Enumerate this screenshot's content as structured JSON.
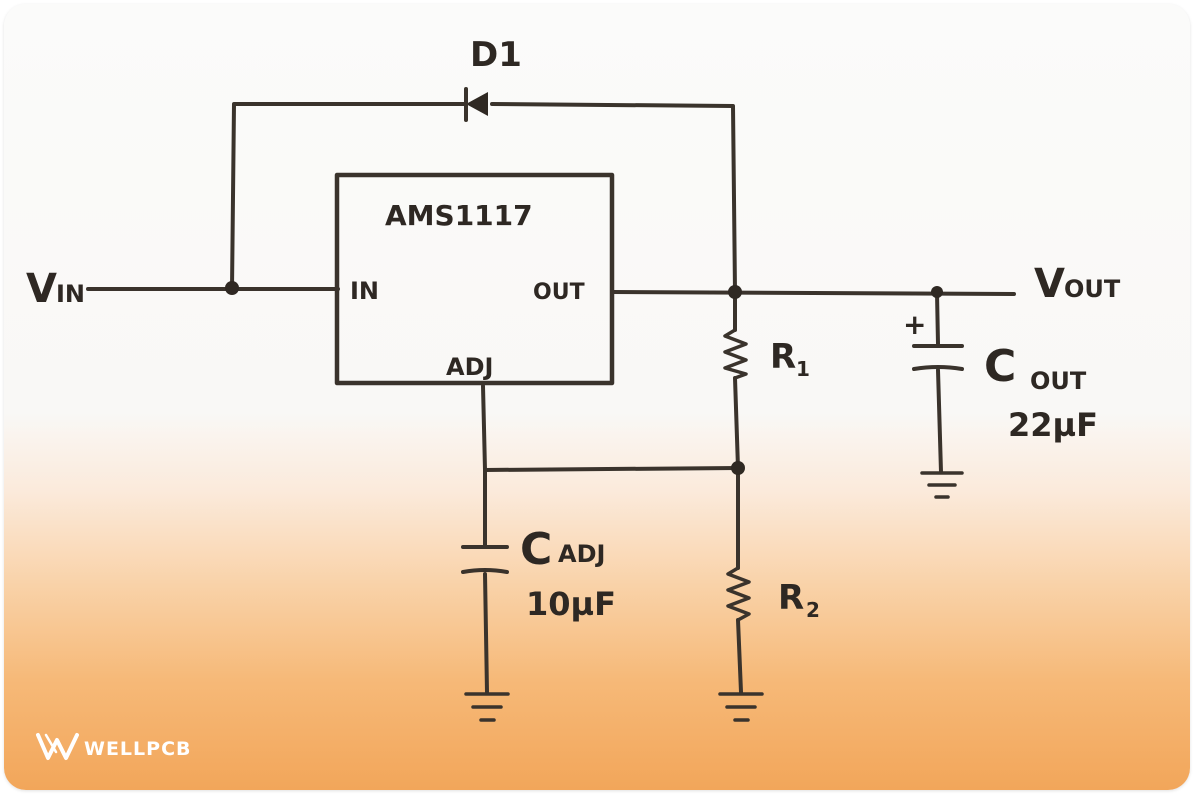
{
  "diagram": {
    "chip_label": "AMS1117",
    "pin_in": "IN",
    "pin_out": "OUT",
    "pin_adj": "ADJ",
    "vin_main": "V",
    "vin_sub": "IN",
    "vout_main": "V",
    "vout_sub": "OUT",
    "diode_label": "D1",
    "r1_main": "R",
    "r1_sub": "1",
    "r2_main": "R",
    "r2_sub": "2",
    "cout_main": "C",
    "cout_sub": "OUT",
    "cout_value": "22µF",
    "cadj_main": "C",
    "cadj_sub": "ADJ",
    "cadj_value": "10µF",
    "polarity_mark": "+"
  },
  "branding": {
    "logo_text": "WELLPCB",
    "logo_icon": "w-mark-icon"
  },
  "colors": {
    "ink": "#2e2823",
    "gradient_bottom": "#f2a65a"
  }
}
